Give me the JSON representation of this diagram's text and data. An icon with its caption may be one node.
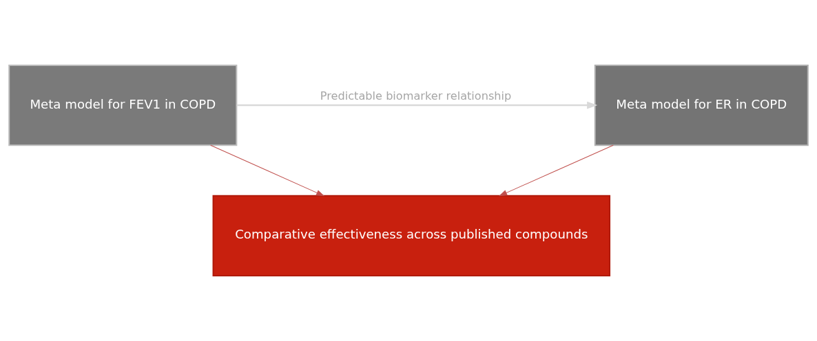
{
  "diagram": {
    "nodes": [
      {
        "text": [
          "Meta model for FEV1 in COPD"
        ]
      },
      {
        "text": [
          "Meta model for ER in COPD"
        ]
      },
      {
        "text": [
          "Comparative effectiveness across published compounds"
        ]
      }
    ],
    "edges": [
      {
        "from": 0,
        "to": 1,
        "arrow": "to",
        "label": "Predictable biomarker relationship",
        "color": "#d9d9d9"
      },
      {
        "from": 0,
        "to": 2,
        "arrow": "to"
      },
      {
        "from": 1,
        "to": 2,
        "arrow": "to"
      }
    ]
  }
}
